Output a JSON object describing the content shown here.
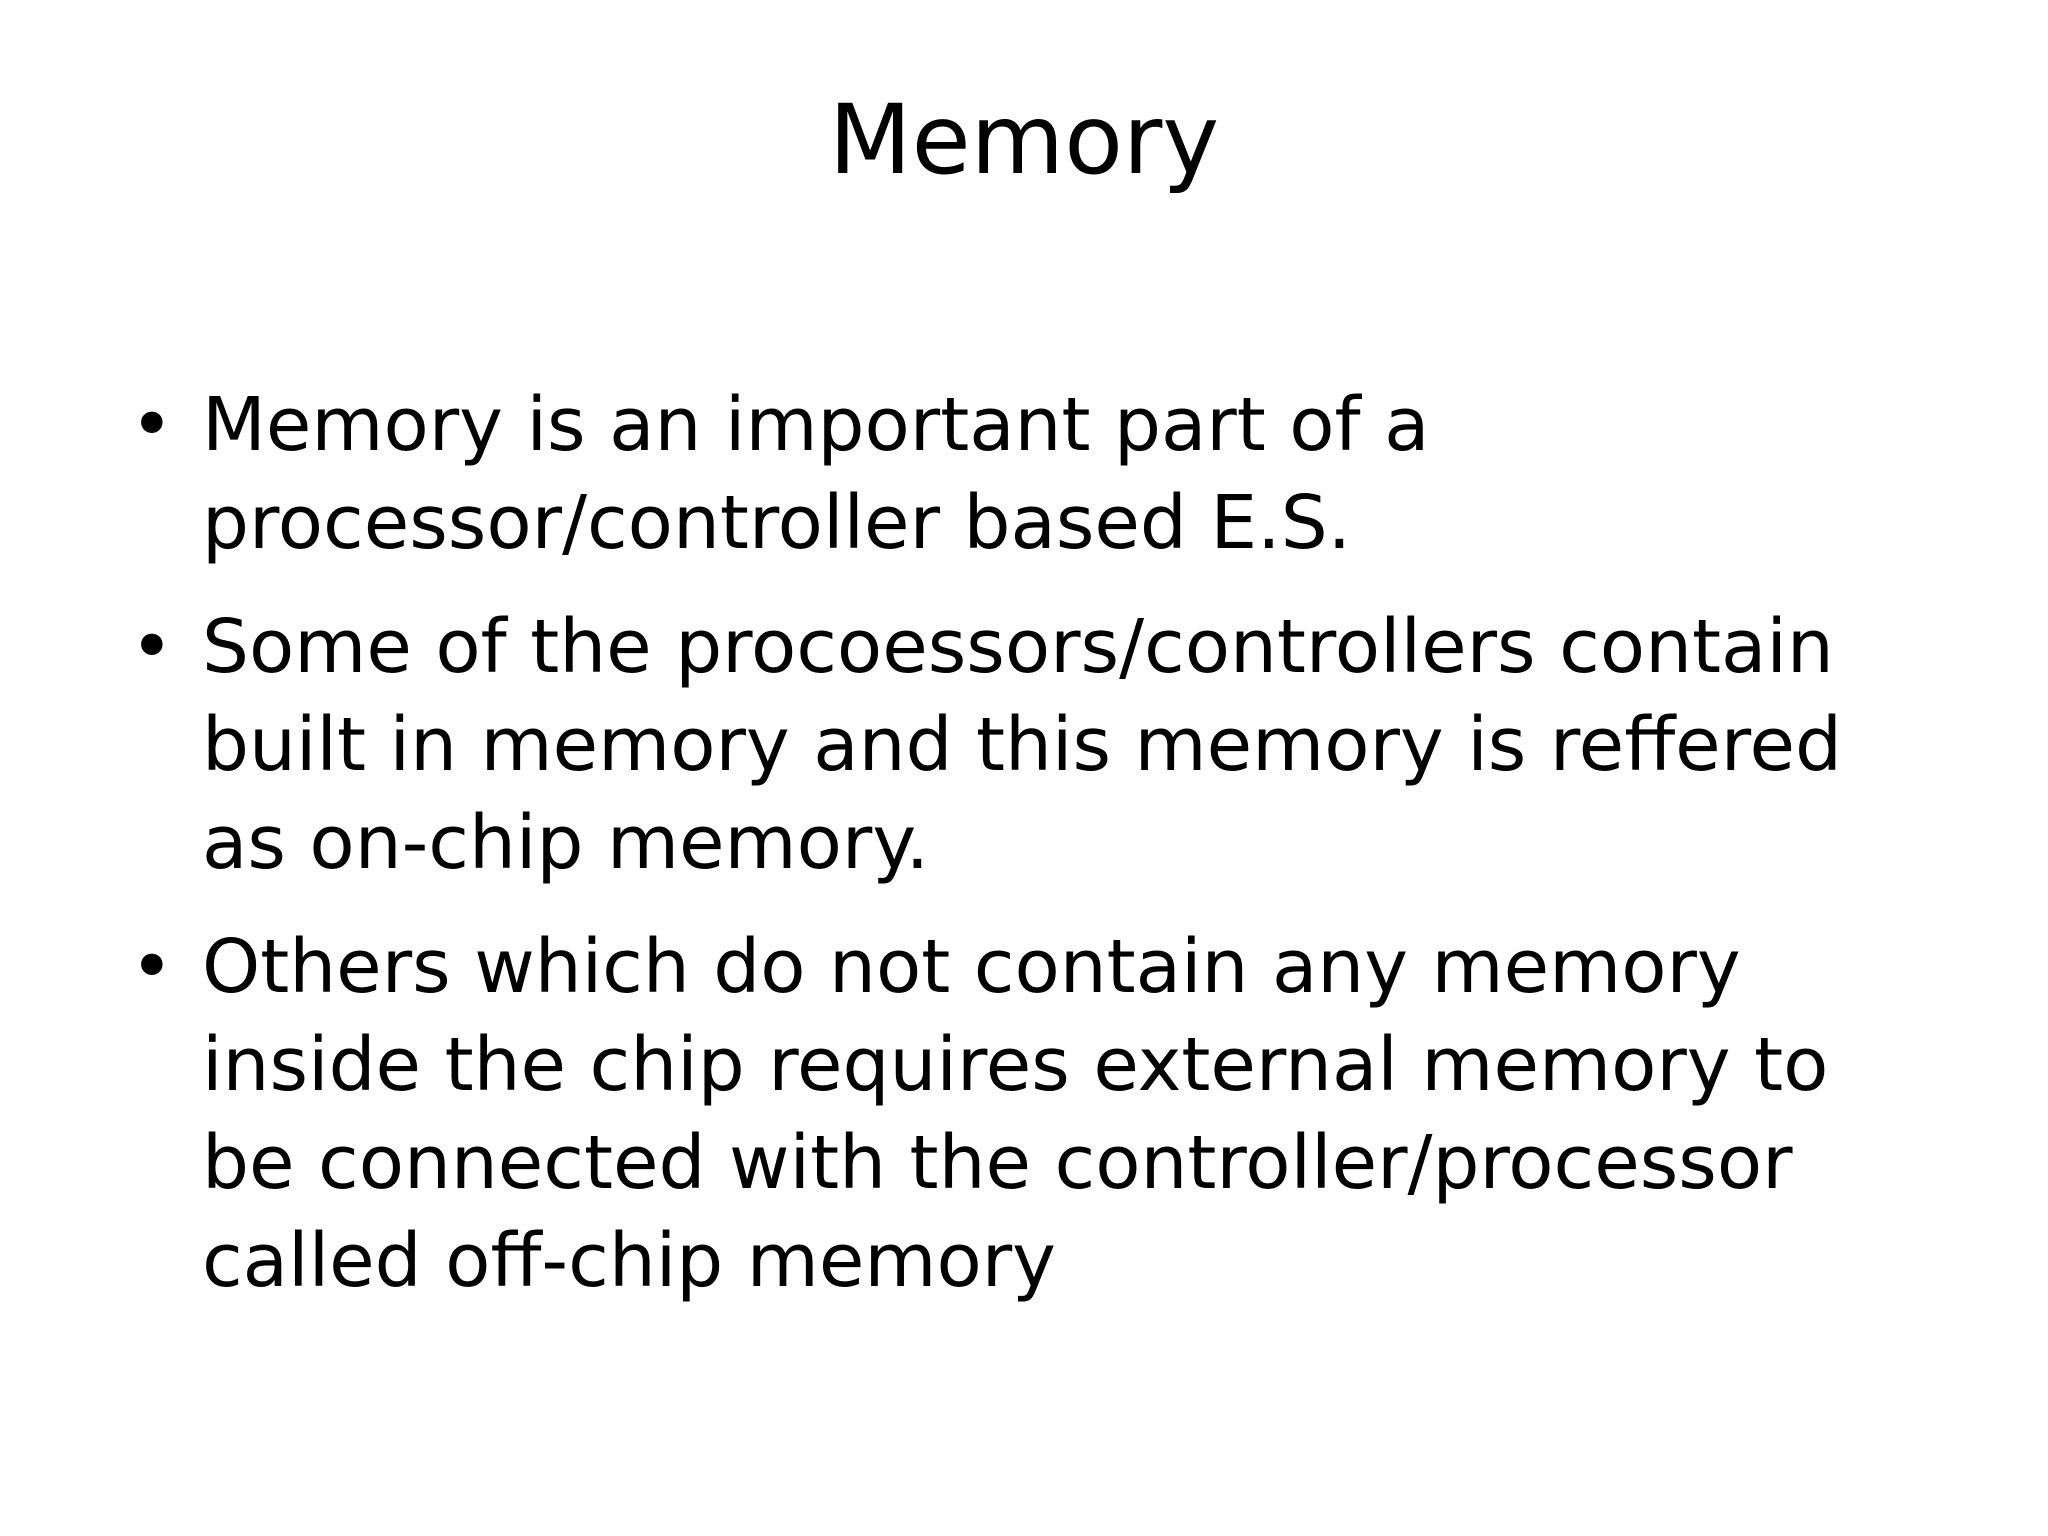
{
  "slide": {
    "title": "Memory",
    "bullets": [
      {
        "lines": [
          "Memory is an important part of a",
          "processor/controller based E.S."
        ]
      },
      {
        "lines": [
          "Some of the procoessors/controllers contain",
          "built in memory and this memory is reffered",
          "as on-chip memory."
        ]
      },
      {
        "lines": [
          "Others which do not contain any memory",
          "inside the chip requires external memory to",
          "be connected with the controller/processor",
          "called off-chip memory"
        ]
      }
    ],
    "bullet_glyph": "•"
  }
}
